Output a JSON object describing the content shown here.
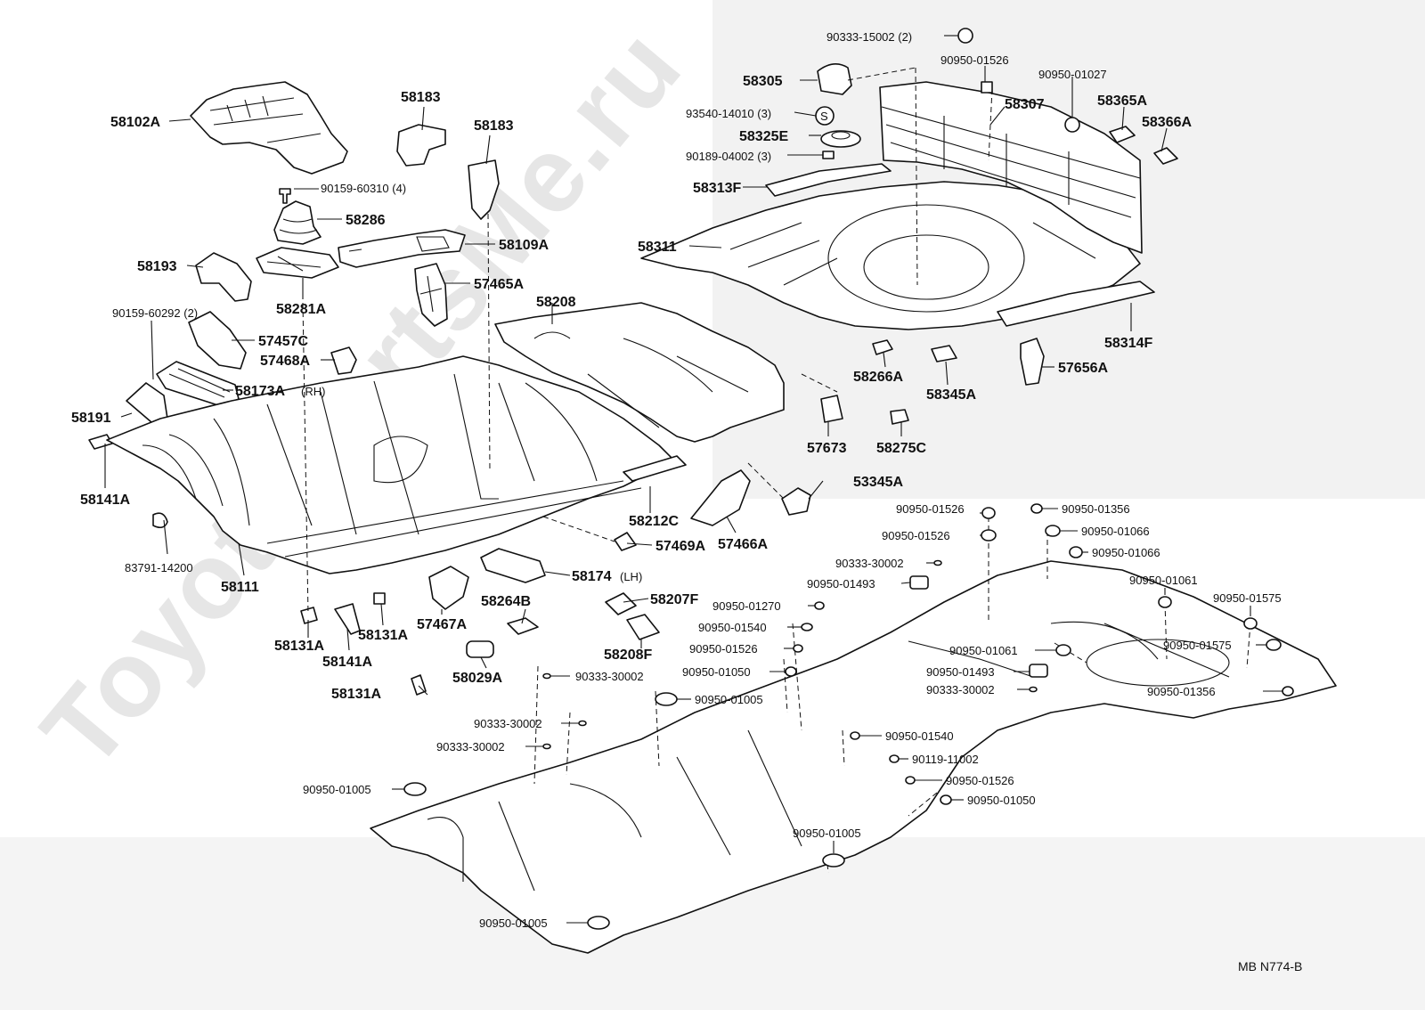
{
  "watermark": "ToyotaPartsMe.ru",
  "diagram_code": "MB  N774-B",
  "labels": [
    {
      "id": "58102A",
      "text": "58102A"
    },
    {
      "id": "58183a",
      "text": "58183"
    },
    {
      "id": "58183b",
      "text": "58183"
    },
    {
      "id": "90159-60310",
      "text": "90159-60310 (4)"
    },
    {
      "id": "58286",
      "text": "58286"
    },
    {
      "id": "58109A",
      "text": "58109A"
    },
    {
      "id": "58193",
      "text": "58193"
    },
    {
      "id": "58281A",
      "text": "58281A"
    },
    {
      "id": "57465A",
      "text": "57465A"
    },
    {
      "id": "90159-60292",
      "text": "90159-60292 (2)"
    },
    {
      "id": "57457C",
      "text": "57457C"
    },
    {
      "id": "57468A",
      "text": "57468A"
    },
    {
      "id": "58173A",
      "text": "58173A"
    },
    {
      "id": "RH",
      "text": "(RH)"
    },
    {
      "id": "58191",
      "text": "58191"
    },
    {
      "id": "58141A-a",
      "text": "58141A"
    },
    {
      "id": "83791-14200",
      "text": "83791-14200"
    },
    {
      "id": "58111",
      "text": "58111"
    },
    {
      "id": "58131A-a",
      "text": "58131A"
    },
    {
      "id": "58141A-b",
      "text": "58141A"
    },
    {
      "id": "58131A-b",
      "text": "58131A"
    },
    {
      "id": "58131A-c",
      "text": "58131A"
    },
    {
      "id": "57467A",
      "text": "57467A"
    },
    {
      "id": "58264B",
      "text": "58264B"
    },
    {
      "id": "58029A",
      "text": "58029A"
    },
    {
      "id": "58174",
      "text": "58174"
    },
    {
      "id": "LH",
      "text": "(LH)"
    },
    {
      "id": "58207F",
      "text": "58207F"
    },
    {
      "id": "58208F",
      "text": "58208F"
    },
    {
      "id": "57469A",
      "text": "57469A"
    },
    {
      "id": "58212C",
      "text": "58212C"
    },
    {
      "id": "57466A",
      "text": "57466A"
    },
    {
      "id": "58208",
      "text": "58208"
    },
    {
      "id": "58311",
      "text": "58311"
    },
    {
      "id": "58313F",
      "text": "58313F"
    },
    {
      "id": "90189-04002",
      "text": "90189-04002 (3)"
    },
    {
      "id": "58325E",
      "text": "58325E"
    },
    {
      "id": "93540-14010",
      "text": "93540-14010 (3)"
    },
    {
      "id": "58305",
      "text": "58305"
    },
    {
      "id": "90333-15002",
      "text": "90333-15002 (2)"
    },
    {
      "id": "90950-01526-top",
      "text": "90950-01526"
    },
    {
      "id": "90950-01027",
      "text": "90950-01027"
    },
    {
      "id": "58307",
      "text": "58307"
    },
    {
      "id": "58365A",
      "text": "58365A"
    },
    {
      "id": "58366A",
      "text": "58366A"
    },
    {
      "id": "58314F",
      "text": "58314F"
    },
    {
      "id": "57656A",
      "text": "57656A"
    },
    {
      "id": "58266A",
      "text": "58266A"
    },
    {
      "id": "58345A",
      "text": "58345A"
    },
    {
      "id": "57673",
      "text": "57673"
    },
    {
      "id": "58275C",
      "text": "58275C"
    },
    {
      "id": "53345A",
      "text": "53345A"
    },
    {
      "id": "p1",
      "text": "90950-01526"
    },
    {
      "id": "p2",
      "text": "90950-01356"
    },
    {
      "id": "p3",
      "text": "90950-01526"
    },
    {
      "id": "p4",
      "text": "90950-01066"
    },
    {
      "id": "p5",
      "text": "90950-01066"
    },
    {
      "id": "p6",
      "text": "90333-30002"
    },
    {
      "id": "p7",
      "text": "90950-01493"
    },
    {
      "id": "p8",
      "text": "90950-01061"
    },
    {
      "id": "p9",
      "text": "90950-01575"
    },
    {
      "id": "p10",
      "text": "90950-01270"
    },
    {
      "id": "p11",
      "text": "90950-01540"
    },
    {
      "id": "p12",
      "text": "90950-01526"
    },
    {
      "id": "p13",
      "text": "90950-01061"
    },
    {
      "id": "p14",
      "text": "90950-01575"
    },
    {
      "id": "p15",
      "text": "90950-01050"
    },
    {
      "id": "p16",
      "text": "90950-01493"
    },
    {
      "id": "p17",
      "text": "90333-30002"
    },
    {
      "id": "p18",
      "text": "90950-01356"
    },
    {
      "id": "p19",
      "text": "90333-30002"
    },
    {
      "id": "p20",
      "text": "90950-01005"
    },
    {
      "id": "p21",
      "text": "90333-30002"
    },
    {
      "id": "p22",
      "text": "90333-30002"
    },
    {
      "id": "p23",
      "text": "90950-01540"
    },
    {
      "id": "p24",
      "text": "90119-11002"
    },
    {
      "id": "p25",
      "text": "90950-01526"
    },
    {
      "id": "p26",
      "text": "90950-01005"
    },
    {
      "id": "p27",
      "text": "90950-01050"
    },
    {
      "id": "p28",
      "text": "90950-01005"
    },
    {
      "id": "p29",
      "text": "90950-01005"
    }
  ]
}
